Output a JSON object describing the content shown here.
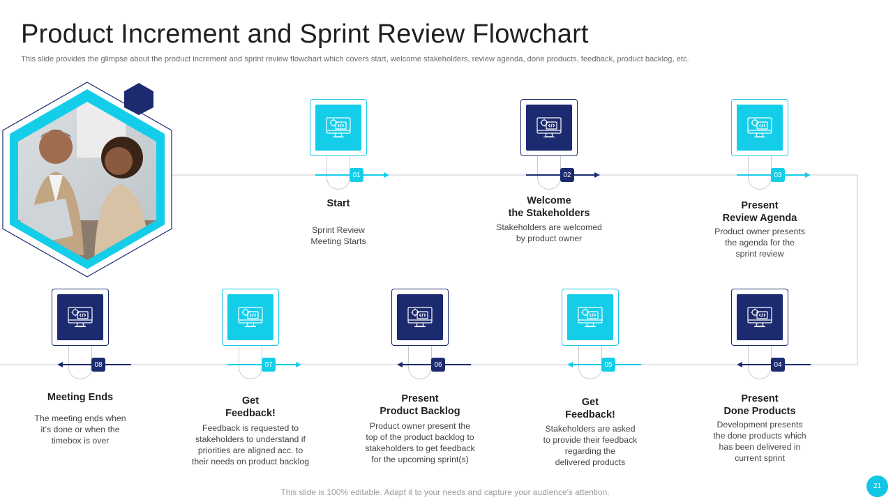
{
  "header": {
    "title": "Product Increment and Sprint Review Flowchart",
    "subtitle": "This slide provides the glimpse about the product increment and sprint review flowchart which covers start, welcome stakeholders, review agenda, done products, feedback, product backlog, etc."
  },
  "footer": {
    "text": "This slide is 100% editable. Adapt it to your needs and capture your audience's attention.",
    "page_number": "21"
  },
  "colors": {
    "cyan": "#14cde9",
    "navy": "#1c2b6f",
    "line": "#c8cbd2"
  },
  "icons": {
    "step_icon": "monitor-code-gear-icon",
    "arrow": "arrow-icon"
  },
  "photo": {
    "description": "two colleagues discussing at a laptop",
    "alt": "meeting-photo"
  },
  "steps": [
    {
      "number": "01",
      "title": "Start",
      "description": "Sprint Review\nMeeting Starts",
      "color": "cyan",
      "direction": "right"
    },
    {
      "number": "02",
      "title": "Welcome\nthe Stakeholders",
      "description": "Stakeholders are welcomed\nby product owner",
      "color": "navy",
      "direction": "right"
    },
    {
      "number": "03",
      "title": "Present\nReview Agenda",
      "description": "Product owner presents\nthe agenda for the\nsprint review",
      "color": "cyan",
      "direction": "right"
    },
    {
      "number": "04",
      "title": "Present\nDone Products",
      "description": "Development presents\nthe done products which\nhas been delivered in\ncurrent sprint",
      "color": "navy",
      "direction": "left"
    },
    {
      "number": "05",
      "title": "Get\nFeedback!",
      "description": "Stakeholders are asked\nto provide their feedback\nregarding the\ndelivered products",
      "color": "cyan",
      "direction": "left"
    },
    {
      "number": "06",
      "title": "Present\nProduct Backlog",
      "description": "Product owner present the\ntop of the product backlog to\nstakeholders to get feedback\nfor the upcoming sprint(s)",
      "color": "navy",
      "direction": "left"
    },
    {
      "number": "07",
      "title": "Get\nFeedback!",
      "description": "Feedback is requested to\nstakeholders to understand if\npriorities are aligned acc. to\ntheir needs on product backlog",
      "color": "cyan",
      "direction": "right"
    },
    {
      "number": "08",
      "title": "Meeting Ends",
      "description": "The meeting ends when\nit's done or when the\ntimebox is over",
      "color": "navy",
      "direction": "left"
    }
  ]
}
